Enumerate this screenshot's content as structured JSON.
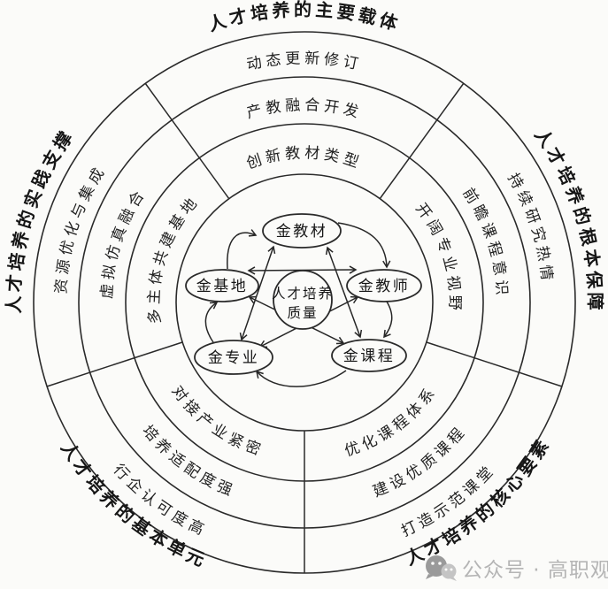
{
  "diagram": {
    "center": {
      "line1": "人才培养",
      "line2": "质量"
    },
    "nodes": [
      {
        "id": "jin-jiaocai",
        "label": "金教材"
      },
      {
        "id": "jin-jiaoshi",
        "label": "金教师"
      },
      {
        "id": "jin-kecheng",
        "label": "金课程"
      },
      {
        "id": "jin-zhuanye",
        "label": "金专业"
      },
      {
        "id": "jin-jidi",
        "label": "金基地"
      }
    ],
    "sectors": [
      {
        "position": "top",
        "outer_label": "人才培养的主要载体",
        "rings": [
          "动态更新修订",
          "产教融合开发",
          "创新教材类型"
        ]
      },
      {
        "position": "upper-left",
        "outer_label": "人才培养的实践支撑",
        "rings": [
          "资源优化与集成",
          "虚拟仿真融合",
          "多主体共建基地"
        ]
      },
      {
        "position": "upper-right",
        "outer_label": "人才培养的根本保障",
        "rings": [
          "持续研究热情",
          "前瞻课程意识",
          "开阔专业视野"
        ]
      },
      {
        "position": "bottom-left",
        "outer_label": "人才培养的基本单元",
        "rings": [
          "行企认可度高",
          "培养适配度强",
          "对接产业紧密"
        ]
      },
      {
        "position": "bottom-right",
        "outer_label": "人才培养的核心要素",
        "rings": [
          "打造示范课堂",
          "建设优质课程",
          "优化课程体系"
        ]
      }
    ],
    "watermark": {
      "text": "公众号 · 高职观察"
    },
    "colors": {
      "ink": "#2a2a2a",
      "paper": "#fbfbf9",
      "watermark_text": "#b5b5b5",
      "watermark_icon_dark": "#9a9a9a",
      "watermark_icon_light": "#c4c4c4"
    }
  }
}
